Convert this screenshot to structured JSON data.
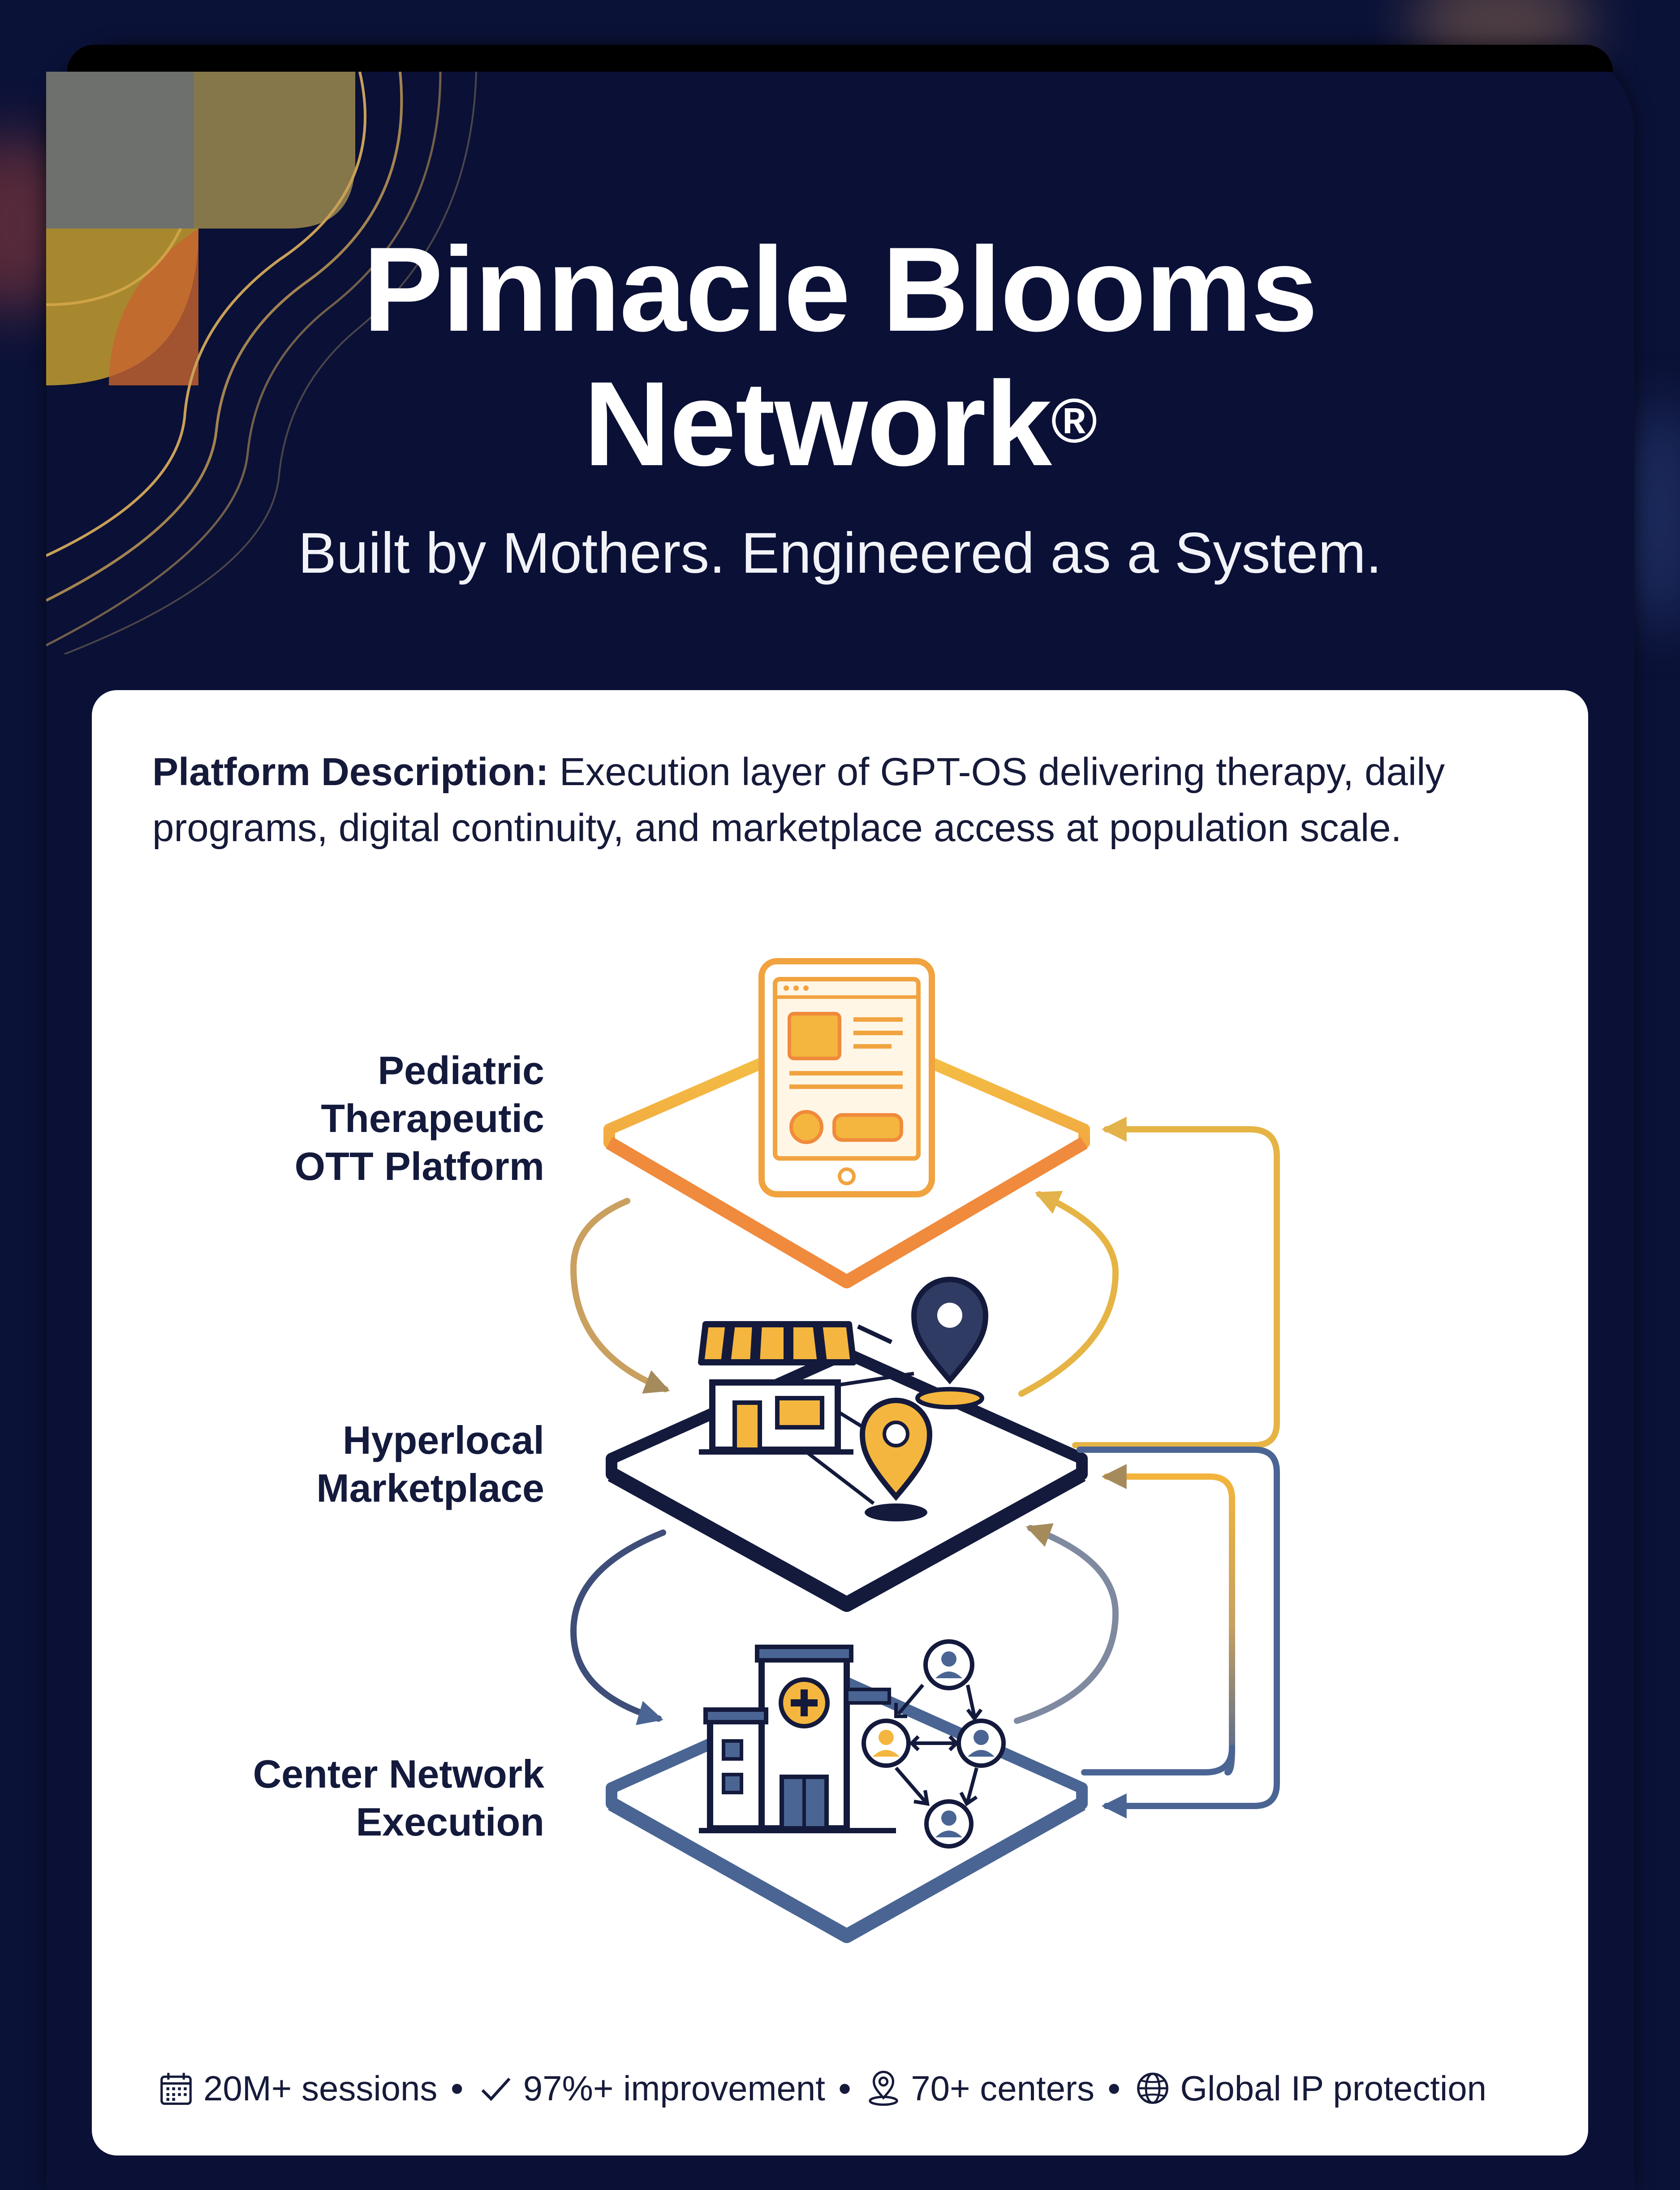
{
  "header": {
    "title_line1": "Pinnacle Blooms",
    "title_line2": "Network",
    "registered_mark": "®",
    "subtitle": "Built by Mothers. Engineered as a System."
  },
  "description": {
    "label": "Platform Description:",
    "text": " Execution layer of GPT-OS delivering therapy, daily programs, digital continuity, and marketplace access at population scale."
  },
  "layers": [
    {
      "line1": "Pediatric",
      "line2": "Therapeutic",
      "line3": "OTT Platform",
      "icon": "tablet-icon",
      "color": "#f2b43c"
    },
    {
      "line1": "Hyperlocal",
      "line2": "Marketplace",
      "icon": "storefront-icon",
      "color": "#141a3c"
    },
    {
      "line1": "Center Network",
      "line2": "Execution",
      "icon": "clinic-network-icon",
      "color": "#4a6593"
    }
  ],
  "stats": {
    "sessions": "20M+ sessions",
    "improvement": "97%+ improvement",
    "centers": "70+ centers",
    "protection": "Global IP protection",
    "separator": "•"
  },
  "colors": {
    "background": "#0b1238",
    "panel": "#ffffff",
    "accent_gold": "#f2b43c",
    "accent_orange": "#f08a3c",
    "navy": "#141a3c",
    "slate_blue": "#4a6593"
  }
}
